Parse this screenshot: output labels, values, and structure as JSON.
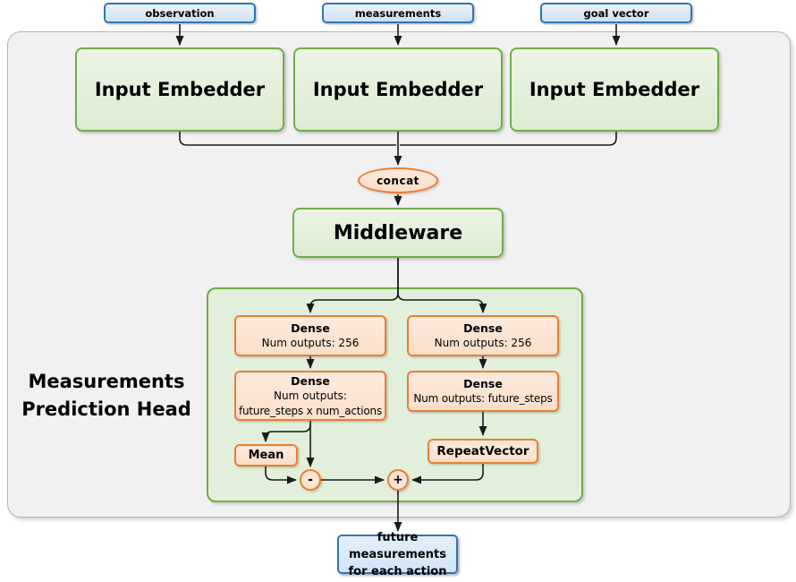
{
  "colors": {
    "blue_border": "#2e75b6",
    "blue_fill": "#d9e7f6",
    "green_border": "#70ad47",
    "green_fill": "#e2efda",
    "orange_border": "#ed7d31",
    "orange_fill": "#fce4d6",
    "panel_fill": "#f1f1f2",
    "panel_border": "#b3b3b3",
    "line_color": "#1a1a1a"
  },
  "inputs": [
    {
      "label": "observation"
    },
    {
      "label": "measurements"
    },
    {
      "label": "goal vector"
    }
  ],
  "embedders": [
    {
      "label": "Input Embedder"
    },
    {
      "label": "Input Embedder"
    },
    {
      "label": "Input Embedder"
    }
  ],
  "concat": {
    "label": "concat"
  },
  "middleware": {
    "label": "Middleware"
  },
  "head": {
    "title": {
      "line1": "Measurements",
      "line2": "Prediction Head"
    },
    "left": {
      "dense1": {
        "title": "Dense",
        "sub": "Num outputs: 256"
      },
      "dense2": {
        "title": "Dense",
        "sub1": "Num outputs:",
        "sub2": "future_steps x num_actions"
      },
      "mean": {
        "label": "Mean"
      },
      "minus": {
        "label": "-"
      }
    },
    "right": {
      "dense1": {
        "title": "Dense",
        "sub": "Num outputs: 256"
      },
      "dense2": {
        "title": "Dense",
        "sub": "Num outputs: future_steps"
      },
      "repeat": {
        "label": "RepeatVector"
      },
      "plus": {
        "label": "+"
      }
    }
  },
  "output": {
    "line1": "future measurements",
    "line2": "for each action"
  }
}
